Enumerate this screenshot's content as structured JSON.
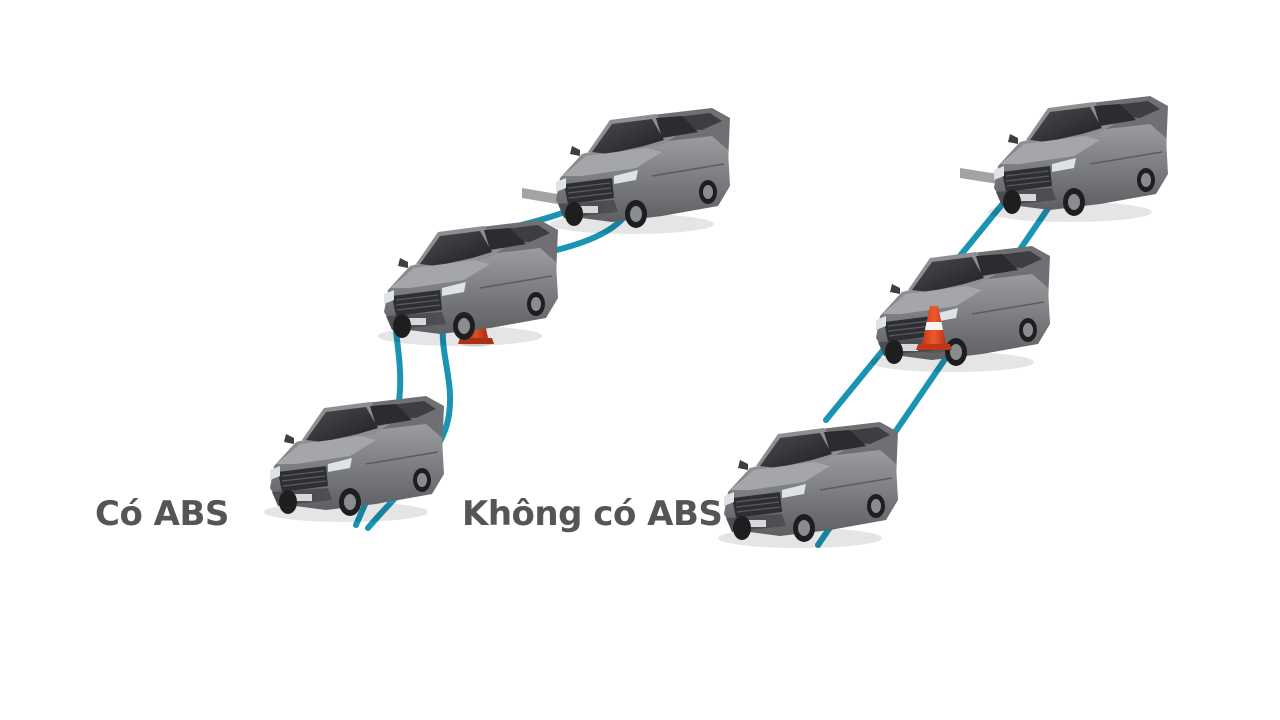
{
  "labels": {
    "with_abs": "Có ABS",
    "without_abs": "Không có ABS"
  },
  "colors": {
    "path": "#1994b2",
    "truck_body": "#7b7d80",
    "truck_dark": "#3d3f42",
    "cone": "#e0461e",
    "stop_line": "#a3a3a6",
    "text": "#555557"
  },
  "icons": {
    "vehicle": "pickup-truck-icon",
    "obstacle": "traffic-cone-icon",
    "stop_line": "stop-line"
  }
}
